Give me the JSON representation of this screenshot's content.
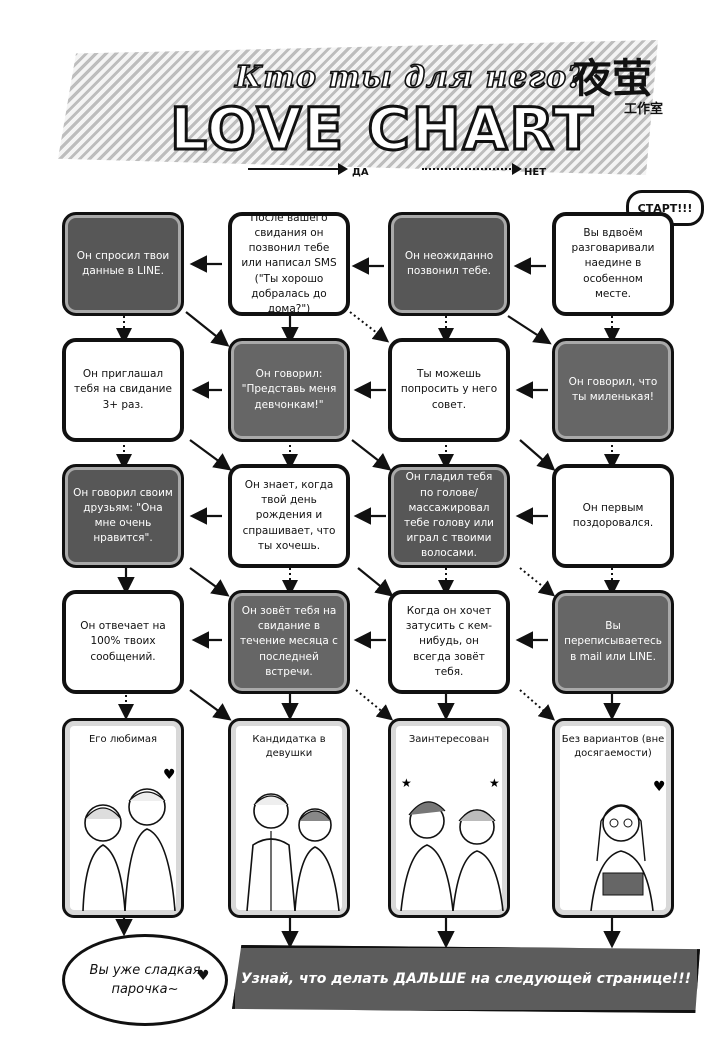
{
  "header": {
    "subtitle": "Кто ты для него?",
    "title": "LOVE CHART",
    "logo_big": "夜萤",
    "logo_small": "工作室",
    "legend_yes": "ДА",
    "legend_no": "НЕТ"
  },
  "start_label": "СТАРТ!!!",
  "nodes": {
    "r1c1": "Он спросил твои данные в LINE.",
    "r1c2": "После вашего свидания он позвонил тебе или написал SMS (\"Ты хорошо добралась до дома?\")",
    "r1c3": "Он неожиданно позвонил тебе.",
    "r1c4": "Вы вдвоём разговаривали наедине в особенном месте.",
    "r2c1": "Он приглашал тебя на свидание 3+ раз.",
    "r2c2": "Он говорил: \"Представь меня девчонкам!\"",
    "r2c3": "Ты можешь попросить у него совет.",
    "r2c4": "Он говорил, что ты миленькая!",
    "r3c1": "Он говорил своим друзьям: \"Она мне очень нравится\".",
    "r3c2": "Он знает, когда твой день рождения и спрашивает, что ты хочешь.",
    "r3c3": "Он гладил тебя по голове/массажировал тебе голову или играл с твоими волосами.",
    "r3c4": "Он первым поздоровался.",
    "r4c1": "Он отвечает на 100% твоих сообщений.",
    "r4c2": "Он зовёт тебя на свидание в течение месяца с последней встречи.",
    "r4c3": "Когда он хочет затусить с кем-нибудь, он всегда зовёт тебя.",
    "r4c4": "Вы переписываетесь в mail или LINE."
  },
  "results": {
    "res1": "Его любимая",
    "res2": "Кандидатка в девушки",
    "res3": "Заинтересован",
    "res4": "Без вариантов (вне досягаемости)"
  },
  "footer": {
    "bubble": "Вы уже сладкая парочка~",
    "banner": "Узнай, что делать ДАЛЬШЕ на следующей странице!!!"
  },
  "colors": {
    "dark_box": "#575757",
    "outline": "#111111",
    "banner_bg": "#5c5c5c"
  }
}
